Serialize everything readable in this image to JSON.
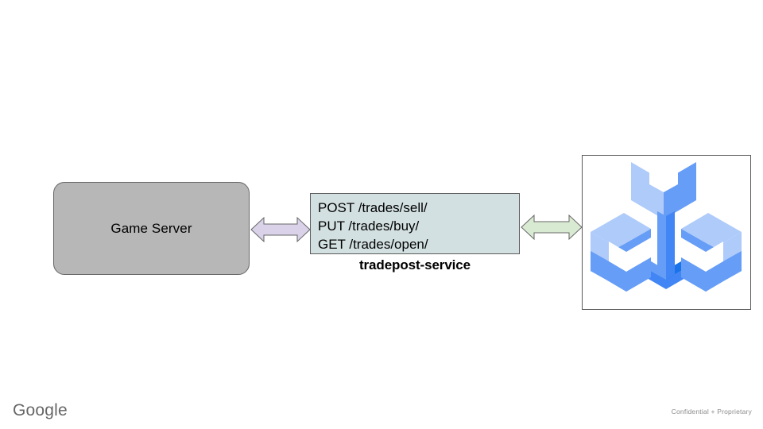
{
  "slide": {
    "background_color": "#ffffff",
    "game_server": {
      "label": "Game Server",
      "fill_color": "#b7b7b7",
      "border_color": "#666666"
    },
    "service": {
      "endpoints": [
        "POST /trades/sell/",
        "PUT /trades/buy/",
        "GET /trades/open/"
      ],
      "caption": "tradepost-service",
      "fill_color": "#d3e0e1",
      "border_color": "#5b5b5b"
    },
    "connectors": [
      {
        "name": "game-server-to-service",
        "style": "double-headed-arrow",
        "fill_color": "#d9d2e9",
        "border_color": "#666666"
      },
      {
        "name": "service-to-tool",
        "style": "double-headed-arrow",
        "fill_color": "#d9ead3",
        "border_color": "#666666"
      }
    ],
    "tool_image": {
      "icon_name": "three-way-wrench-icon",
      "frame_border_color": "#595959",
      "colors": {
        "light": "#aecbfa",
        "mid": "#669df6",
        "dark": "#4285f4",
        "deep": "#1a73e8"
      }
    },
    "footer": {
      "brand": "Google",
      "confidentiality": "Confidential + Proprietary"
    }
  }
}
